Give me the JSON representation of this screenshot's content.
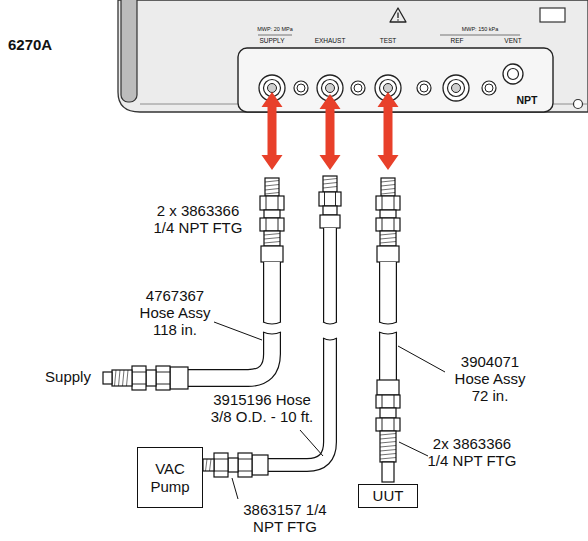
{
  "diagram": {
    "title": "6270A",
    "nodes": [
      {
        "text": [
          "VAC Pump"
        ]
      },
      {
        "text": [
          "UUT"
        ]
      }
    ],
    "labels": [
      "MWP: 20 MPa",
      "SUPPLY",
      "EXHAUST",
      "TEST",
      "MWP: 150 kPa",
      "REF",
      "VENT",
      "NPT",
      "2 x 3863366 1/4 NPT FTG",
      "4767367 Hose Assy 118 in.",
      "Supply",
      "3915196 Hose 3/8 O.D. - 10 ft.",
      "3863157 1/4 NPT FTG",
      "3904071 Hose Assy 72 in.",
      "2x 3863366 1/4 NPT FTG"
    ]
  }
}
